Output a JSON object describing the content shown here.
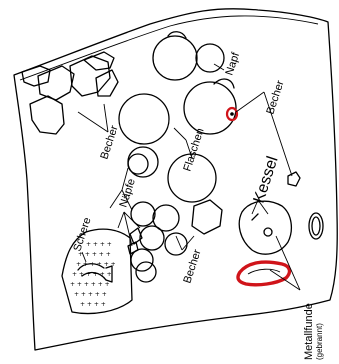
{
  "labels": {
    "becher_top": "Becher",
    "napf": "Napf",
    "becher_right": "Becher",
    "flaschen": "Flaschen",
    "kessel": "Kessel",
    "naepfe": "Näpfe",
    "schere": "Schere",
    "becher_bottom": "Becher",
    "metallfunde": "Metallfunde",
    "gebrannt": "(gebrannt)"
  },
  "colors": {
    "line": "#000000",
    "metal_highlight": "#d0141a"
  }
}
